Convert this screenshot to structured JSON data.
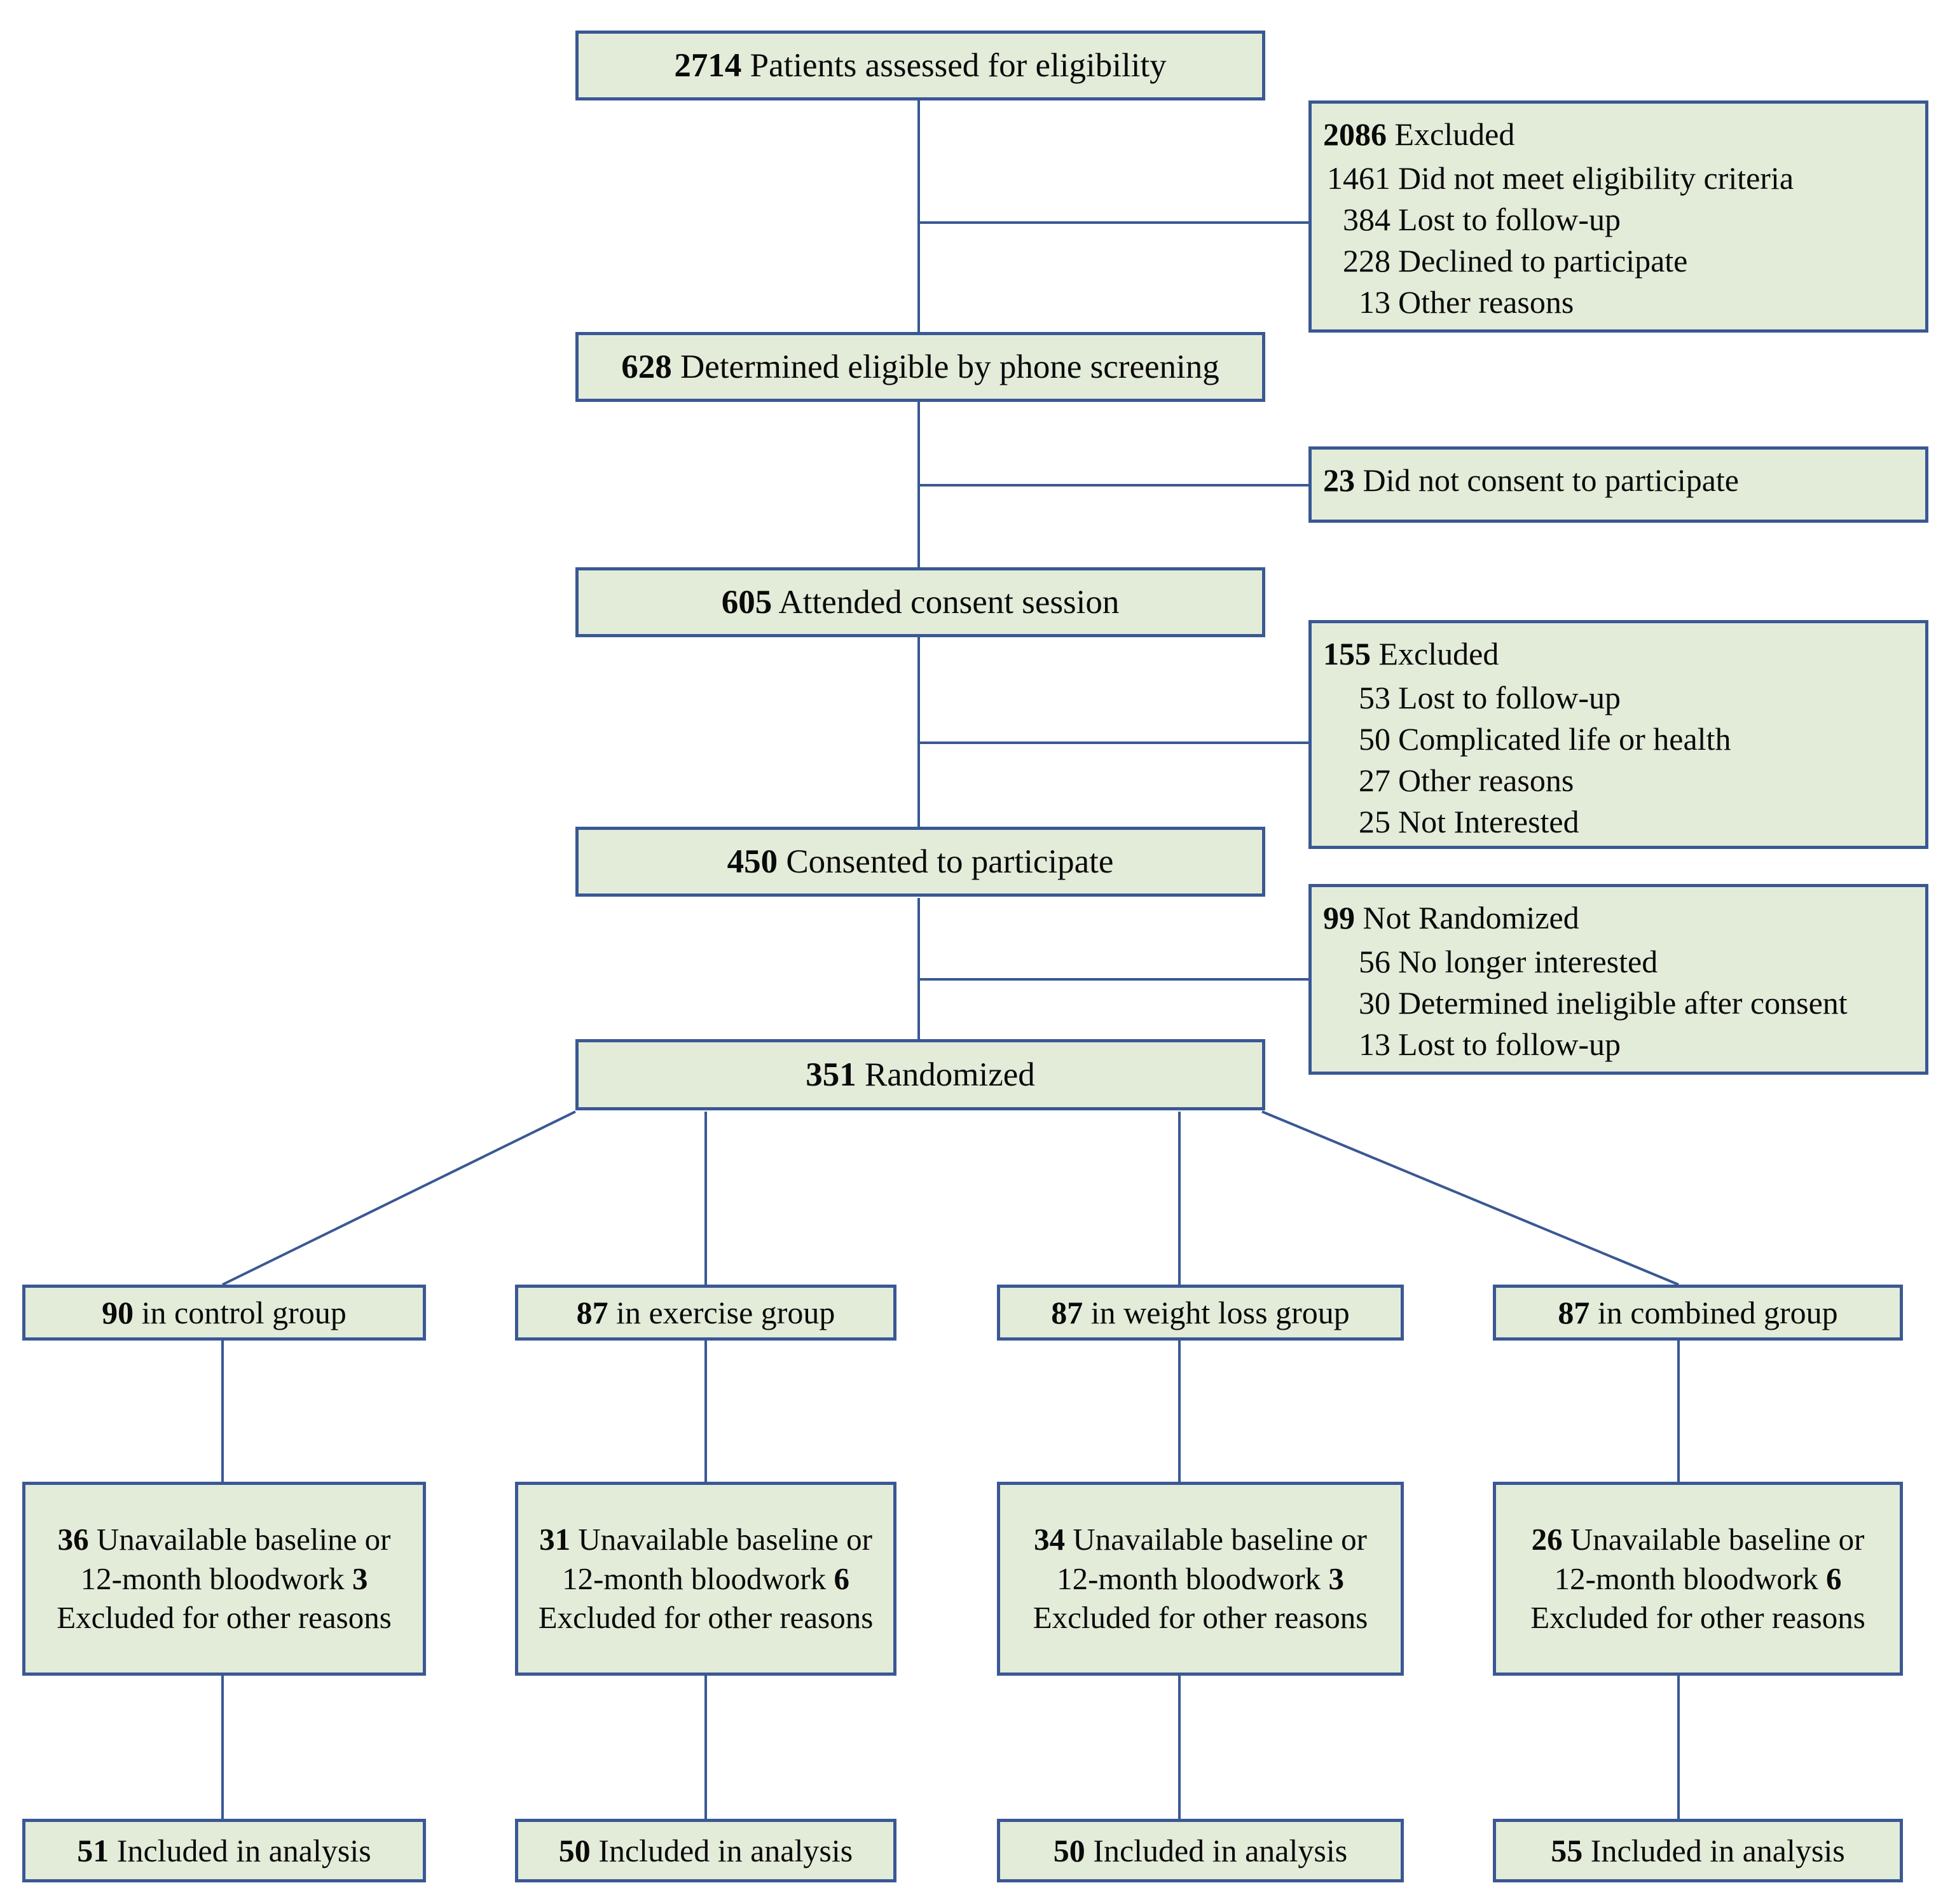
{
  "diagram": {
    "type": "consort-flow-diagram",
    "colors": {
      "box_fill": "#e3ebd9",
      "box_border": "#3a5894",
      "connector": "#3a5894",
      "text": "#0a0a0a",
      "background": "#ffffff"
    },
    "spine": [
      {
        "id": "assessed",
        "count": "2714",
        "label": "Patients assessed for eligibility"
      },
      {
        "id": "eligible",
        "count": "628",
        "label": "Determined eligible by phone screening"
      },
      {
        "id": "attended",
        "count": "605",
        "label": "Attended consent session"
      },
      {
        "id": "consented",
        "count": "450",
        "label": "Consented to participate"
      },
      {
        "id": "randomized",
        "count": "351",
        "label": "Randomized"
      }
    ],
    "side_boxes": [
      {
        "id": "excluded-2086",
        "count": "2086",
        "label": "Excluded",
        "reasons": [
          {
            "n": "1461",
            "text": "Did not meet eligibility criteria"
          },
          {
            "n": "384",
            "text": "Lost to follow-up"
          },
          {
            "n": "228",
            "text": "Declined to participate"
          },
          {
            "n": "13",
            "text": "Other reasons"
          }
        ]
      },
      {
        "id": "no-consent-23",
        "count": "23",
        "label": "Did not consent to participate",
        "reasons": []
      },
      {
        "id": "excluded-155",
        "count": "155",
        "label": "Excluded",
        "reasons": [
          {
            "n": "53",
            "text": "Lost to follow-up"
          },
          {
            "n": "50",
            "text": "Complicated life or health"
          },
          {
            "n": "27",
            "text": "Other reasons"
          },
          {
            "n": "25",
            "text": "Not Interested"
          }
        ]
      },
      {
        "id": "not-randomized-99",
        "count": "99",
        "label": "Not Randomized",
        "reasons": [
          {
            "n": "56",
            "text": "No longer interested"
          },
          {
            "n": "30",
            "text": "Determined ineligible after consent"
          },
          {
            "n": "13",
            "text": "Lost to follow-up"
          }
        ]
      }
    ],
    "arms": [
      {
        "id": "control",
        "group_count": "90",
        "group_label": "in control group",
        "excluded": [
          {
            "n": "36",
            "text": "Unavailable baseline or 12-month bloodwork"
          },
          {
            "n": "3",
            "text": "Excluded for other reasons"
          }
        ],
        "analysis_count": "51",
        "analysis_label": "Included in analysis"
      },
      {
        "id": "exercise",
        "group_count": "87",
        "group_label": "in exercise group",
        "excluded": [
          {
            "n": "31",
            "text": "Unavailable baseline or 12-month bloodwork"
          },
          {
            "n": "6",
            "text": "Excluded for other reasons"
          }
        ],
        "analysis_count": "50",
        "analysis_label": "Included in analysis"
      },
      {
        "id": "weight-loss",
        "group_count": "87",
        "group_label": "in weight loss group",
        "excluded": [
          {
            "n": "34",
            "text": "Unavailable baseline or 12-month bloodwork"
          },
          {
            "n": "3",
            "text": "Excluded for other reasons"
          }
        ],
        "analysis_count": "50",
        "analysis_label": "Included in analysis"
      },
      {
        "id": "combined",
        "group_count": "87",
        "group_label": "in combined group",
        "excluded": [
          {
            "n": "26",
            "text": "Unavailable baseline or 12-month bloodwork"
          },
          {
            "n": "6",
            "text": "Excluded for other reasons"
          }
        ],
        "analysis_count": "55",
        "analysis_label": "Included in analysis"
      }
    ]
  }
}
